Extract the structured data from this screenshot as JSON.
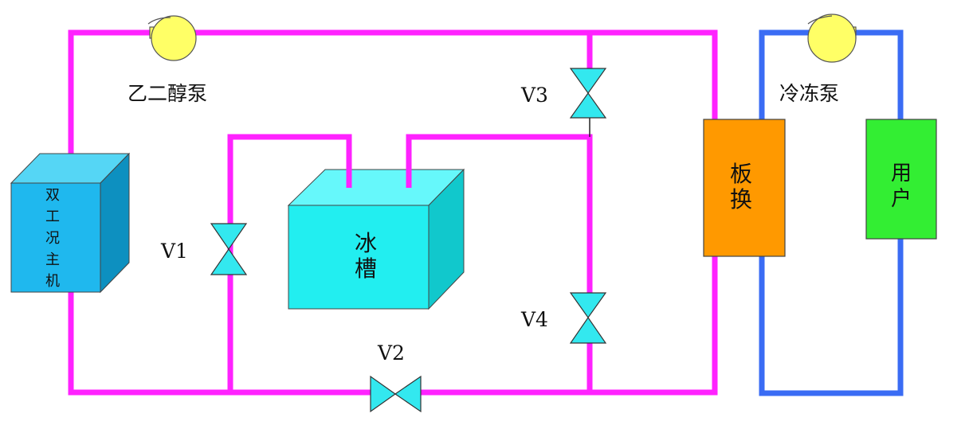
{
  "labels": {
    "glycol_pump": "乙二醇泵",
    "chiller": [
      "双",
      "工",
      "况",
      "主",
      "机"
    ],
    "ice_tank": [
      "冰",
      "槽"
    ],
    "plate_hx": [
      "板",
      "换"
    ],
    "chilled_pump": "冷冻泵",
    "user": [
      "用",
      "户"
    ],
    "valve_v1": "V1",
    "valve_v2": "V2",
    "valve_v3": "V3",
    "valve_v4": "V4"
  },
  "colors": {
    "glycol_pipe": "#ff22ff",
    "chilled_pipe": "#3a6cf4",
    "pump": "#ffff66",
    "chiller_front": "#1fb8ee",
    "chiller_top": "#55d6f5",
    "chiller_side": "#0d90c0",
    "ice_tank_front": "#22eef0",
    "ice_tank_top": "#66f8fb",
    "ice_tank_side": "#11c8cc",
    "valve": "#33e8ef",
    "plate_hx": "#ff9900",
    "user": "#33ee33"
  },
  "icons": {
    "pump": "pump-icon",
    "valve": "valve-icon"
  }
}
